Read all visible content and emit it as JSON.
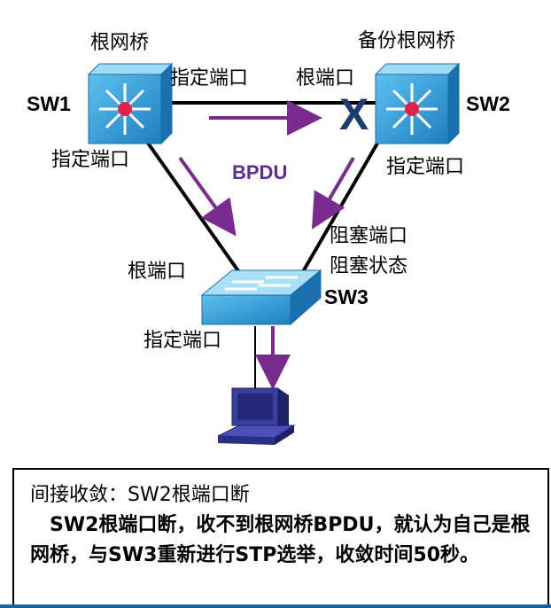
{
  "diagram": {
    "sw1": {
      "name": "SW1",
      "role": "根网桥"
    },
    "sw2": {
      "name": "SW2",
      "role": "备份根网桥"
    },
    "sw3": {
      "name": "SW3"
    },
    "ports": {
      "sw1_right": "指定端口",
      "sw1_bottom": "指定端口",
      "sw2_left": "根端口",
      "sw2_bottom": "指定端口",
      "sw3_left": "根端口",
      "sw3_right_1": "阻塞端口",
      "sw3_right_2": "阻塞状态",
      "sw3_bottom": "指定端口"
    },
    "bpdu_label": "BPDU",
    "fail_mark": "X"
  },
  "note": {
    "line1": "间接收敛：SW2根端口断",
    "line2": "SW2根端口断，收不到根网桥BPDU，就认为自己是根网桥，与SW3重新进行STP选举，收敛时间50秒。"
  },
  "colors": {
    "switch_blue": "#2e9bd6",
    "arrow_purple": "#7a2b8f",
    "link_black": "#000000",
    "border": "#000000"
  }
}
